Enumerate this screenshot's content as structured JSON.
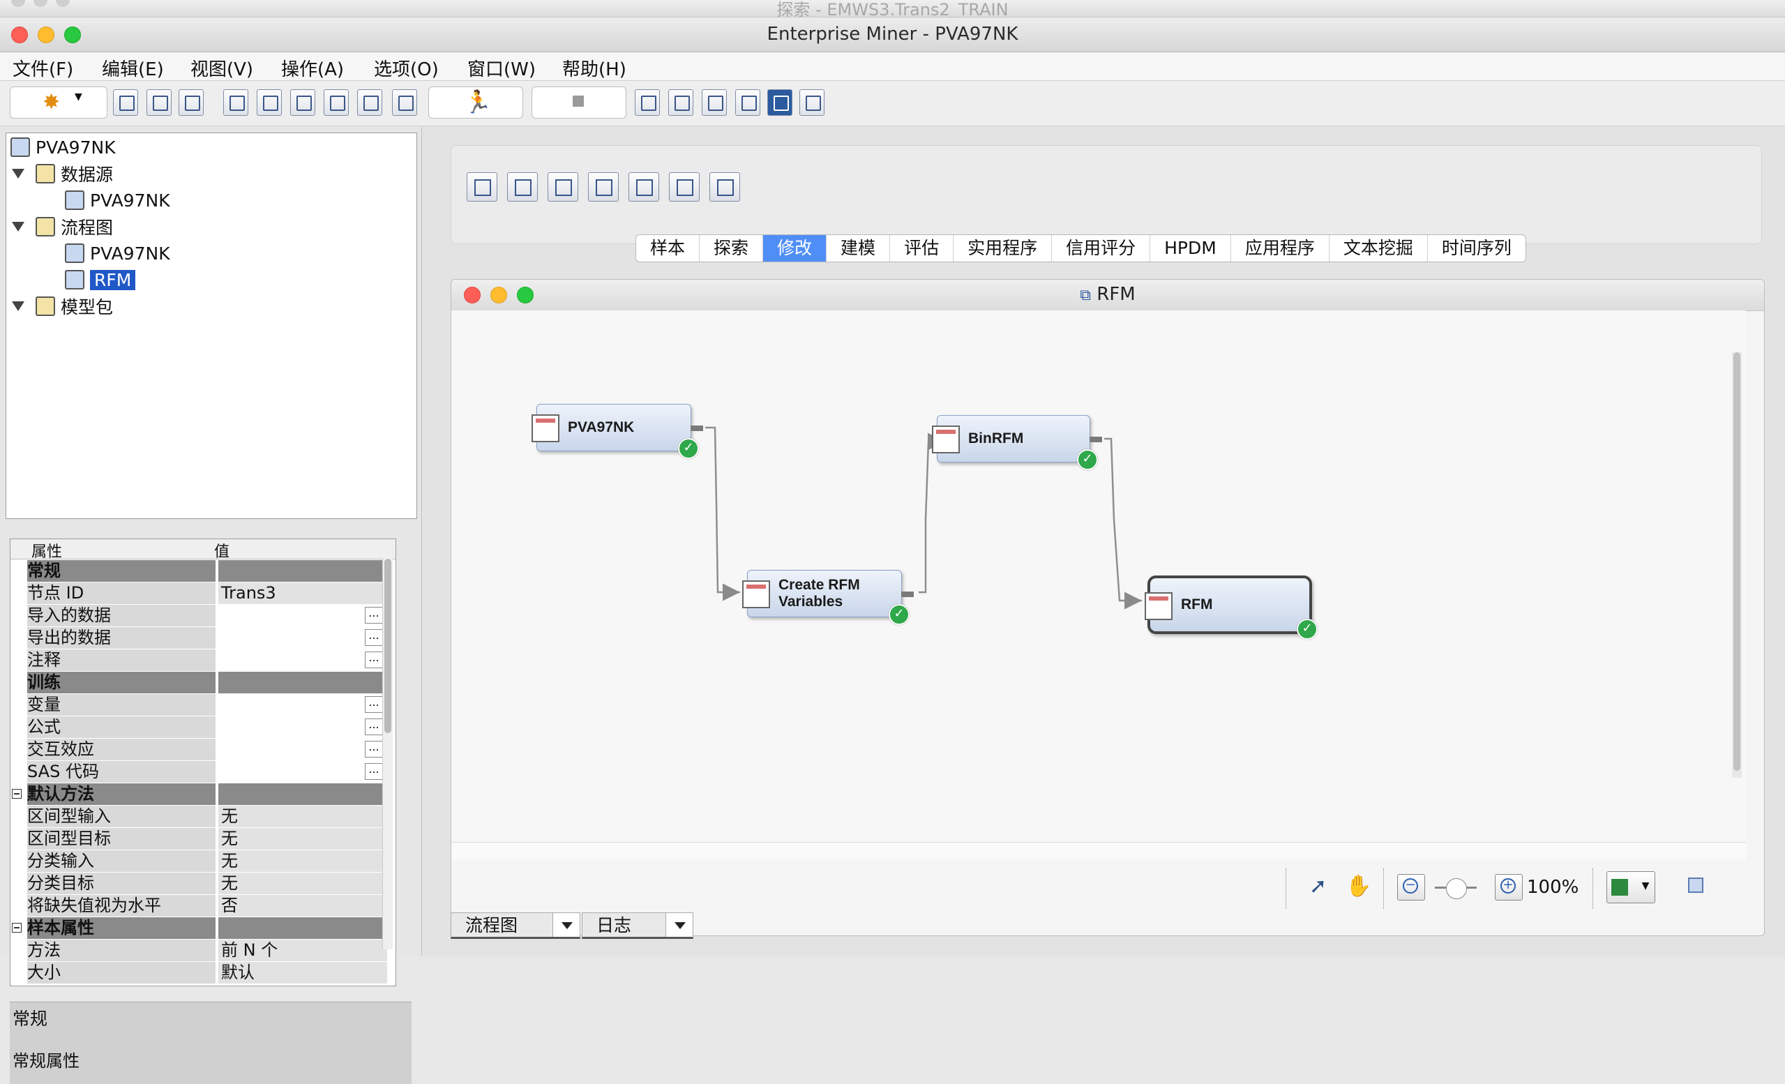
{
  "window": {
    "background_title": "探索 - EMWS3.Trans2_TRAIN",
    "title": "Enterprise Miner - PVA97NK"
  },
  "menu": [
    "文件(F)",
    "编辑(E)",
    "视图(V)",
    "操作(A)",
    "选项(O)",
    "窗口(W)",
    "帮助(H)"
  ],
  "tree": {
    "root": "PVA97NK",
    "datasource_folder": "数据源",
    "datasource_item": "PVA97NK",
    "diagram_folder": "流程图",
    "diagram_item_1": "PVA97NK",
    "diagram_item_2": "RFM",
    "model_folder": "模型包"
  },
  "props": {
    "header_key": "属性",
    "header_value": "值",
    "rows": [
      {
        "k": "常规",
        "v": "",
        "type": "group"
      },
      {
        "k": "节点 ID",
        "v": "Trans3"
      },
      {
        "k": "导入的数据",
        "v": "",
        "btn": true
      },
      {
        "k": "导出的数据",
        "v": "",
        "btn": true
      },
      {
        "k": "注释",
        "v": "",
        "btn": true
      },
      {
        "k": "训练",
        "v": "",
        "type": "group"
      },
      {
        "k": "变量",
        "v": "",
        "btn": true
      },
      {
        "k": "公式",
        "v": "",
        "btn": true
      },
      {
        "k": "交互效应",
        "v": "",
        "btn": true
      },
      {
        "k": "SAS 代码",
        "v": "",
        "btn": true
      },
      {
        "k": "默认方法",
        "v": "",
        "type": "group",
        "exp": true
      },
      {
        "k": "区间型输入",
        "v": "无"
      },
      {
        "k": "区间型目标",
        "v": "无"
      },
      {
        "k": "分类输入",
        "v": "无"
      },
      {
        "k": "分类目标",
        "v": "无"
      },
      {
        "k": "将缺失值视为水平",
        "v": "否"
      },
      {
        "k": "样本属性",
        "v": "",
        "type": "group",
        "exp": true
      },
      {
        "k": "方法",
        "v": "前 N 个"
      },
      {
        "k": "大小",
        "v": "默认"
      }
    ],
    "button_text": "..."
  },
  "description": {
    "title": "常规",
    "text": "常规属性"
  },
  "tabs": [
    "样本",
    "探索",
    "修改",
    "建模",
    "评估",
    "实用程序",
    "信用评分",
    "HPDM",
    "应用程序",
    "文本挖掘",
    "时间序列"
  ],
  "active_tab": "修改",
  "diagram": {
    "title": "RFM",
    "nodes": {
      "n1": "PVA97NK",
      "n2_line1": "Create RFM",
      "n2_line2": "Variables",
      "n3": "BinRFM",
      "n4": "RFM"
    },
    "check_glyph": "✓",
    "zoom": "100%",
    "minus": "−",
    "plus": "+"
  },
  "bottom_tabs": [
    "流程图",
    "日志"
  ]
}
